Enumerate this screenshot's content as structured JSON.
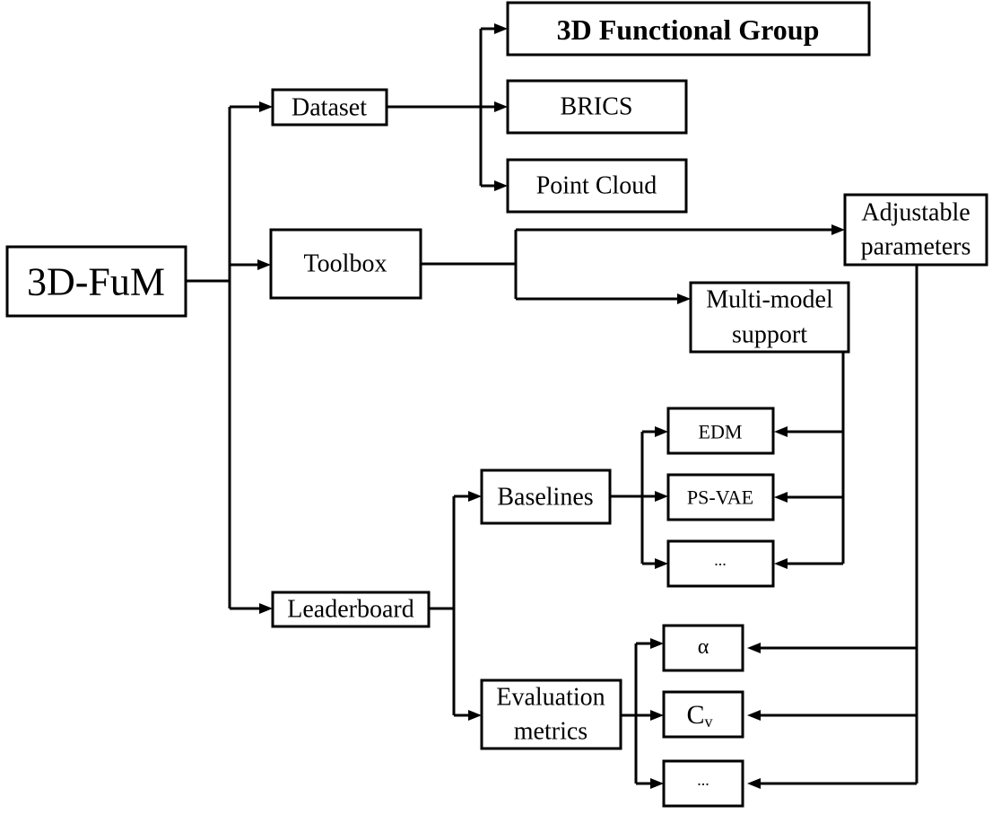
{
  "diagram": {
    "root": "3D-FuM",
    "nodes": {
      "dataset": "Dataset",
      "toolbox": "Toolbox",
      "leaderboard": "Leaderboard",
      "functional_group": "3D Functional Group",
      "brics": "BRICS",
      "point_cloud": "Point Cloud",
      "adjustable_parameters": [
        "Adjustable",
        "parameters"
      ],
      "multi_model_support": [
        "Multi-model",
        "support"
      ],
      "baselines": "Baselines",
      "evaluation_metrics": [
        "Evaluation",
        "metrics"
      ],
      "edm": "EDM",
      "ps_vae": "PS-VAE",
      "baseline_more": "...",
      "alpha": "α",
      "cv_main": "C",
      "cv_sub": "v",
      "metric_more": "..."
    },
    "edges": [
      {
        "from": "3D-FuM",
        "to": "Dataset"
      },
      {
        "from": "3D-FuM",
        "to": "Toolbox"
      },
      {
        "from": "3D-FuM",
        "to": "Leaderboard"
      },
      {
        "from": "Dataset",
        "to": "3D Functional Group"
      },
      {
        "from": "Dataset",
        "to": "BRICS"
      },
      {
        "from": "Dataset",
        "to": "Point Cloud"
      },
      {
        "from": "Toolbox",
        "to": "Adjustable parameters"
      },
      {
        "from": "Toolbox",
        "to": "Multi-model support"
      },
      {
        "from": "Leaderboard",
        "to": "Baselines"
      },
      {
        "from": "Leaderboard",
        "to": "Evaluation metrics"
      },
      {
        "from": "Baselines",
        "to": "EDM"
      },
      {
        "from": "Baselines",
        "to": "PS-VAE"
      },
      {
        "from": "Baselines",
        "to": "..."
      },
      {
        "from": "Multi-model support",
        "to": "EDM"
      },
      {
        "from": "Multi-model support",
        "to": "PS-VAE"
      },
      {
        "from": "Multi-model support",
        "to": "..."
      },
      {
        "from": "Evaluation metrics",
        "to": "α"
      },
      {
        "from": "Evaluation metrics",
        "to": "Cv"
      },
      {
        "from": "Evaluation metrics",
        "to": "..."
      },
      {
        "from": "Adjustable parameters",
        "to": "α"
      },
      {
        "from": "Adjustable parameters",
        "to": "Cv"
      },
      {
        "from": "Adjustable parameters",
        "to": "..."
      }
    ]
  }
}
